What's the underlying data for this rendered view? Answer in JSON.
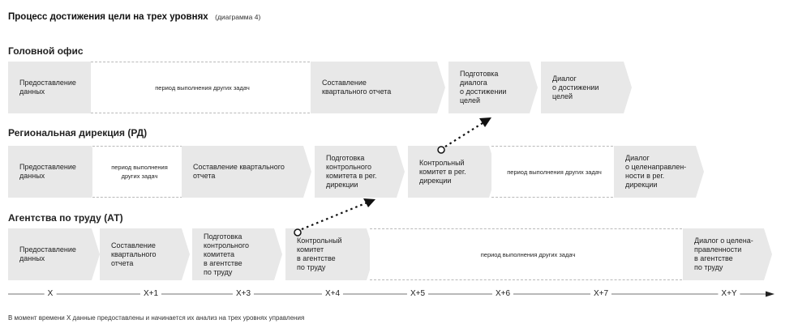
{
  "header": {
    "title": "Процесс достижения цели на трех уровнях",
    "subtitle": "(диаграмма 4)"
  },
  "levels": {
    "head_office": {
      "heading": "Головной офис",
      "steps": [
        "Предоставление\nданных",
        "период выполнения других задач",
        "Составление\nквартального отчета",
        "Подготовка\nдиалога\nо достижении\nцелей",
        "Диалог\nо достижении\nцелей"
      ]
    },
    "regional": {
      "heading": "Региональная дирекция (РД)",
      "steps": [
        "Предоставление\nданных",
        "период выполнения\nдругих задач",
        "Составление квартального\nотчета",
        "Подготовка\nконтрольного\nкомитета в рег.\nдирекции",
        "Контрольный\nкомитет в рег.\nдирекции",
        "период выполнения других задач",
        "Диалог\nо целенаправлен-\nности в рег.\nдирекции"
      ]
    },
    "agencies": {
      "heading": "Агентства по труду (АТ)",
      "steps": [
        "Предоставление\nданных",
        "Составление\nквартального\nотчета",
        "Подготовка\nконтрольного\nкомитета\nв агентстве\nпо труду",
        "Контрольный\nкомитет\nв агентстве\nпо труду",
        "период выполнения других задач",
        "Диалог о целена-\nправленности\nв агентстве\nпо труду"
      ]
    }
  },
  "timeline": {
    "ticks": [
      "X",
      "X+1",
      "X+3",
      "X+4",
      "X+5",
      "X+6",
      "X+7",
      "X+Y"
    ]
  },
  "footnote": "В момент времени X данные предоставлены и начинается их анализ на трех уровнях управления",
  "colors": {
    "step_fill": "#e8e8e8",
    "dashed_border": "#b9b9b9",
    "text": "#222222",
    "arrow": "#111111"
  }
}
